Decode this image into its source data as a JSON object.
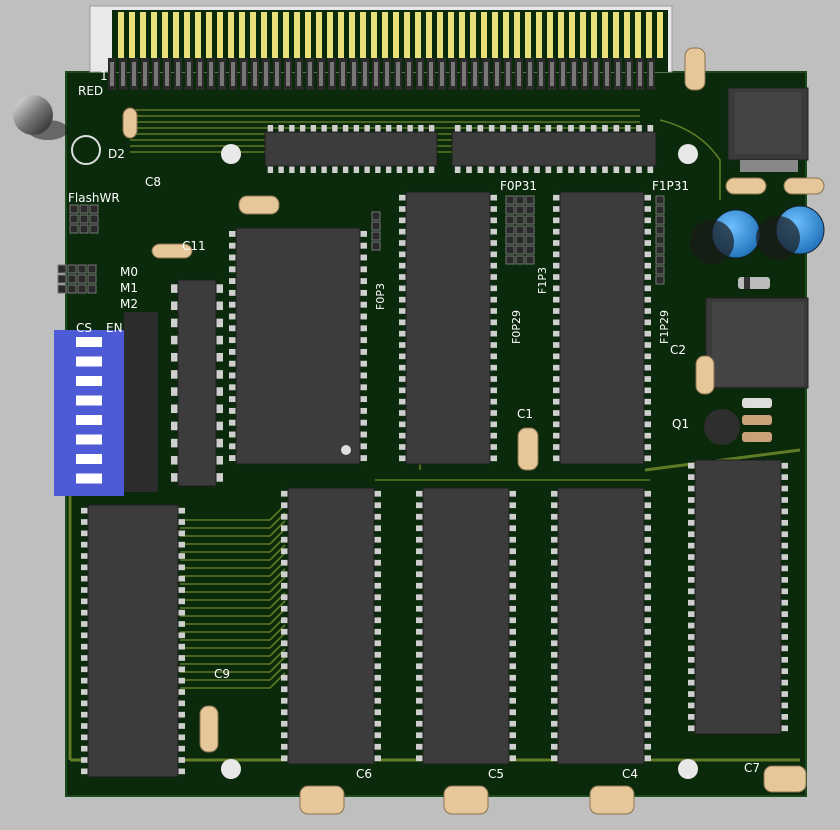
{
  "labels": {
    "red": "RED",
    "d2": "D2",
    "c8": "C8",
    "flashwr": "FlashWR",
    "c11": "C11",
    "m0": "M0",
    "m1": "M1",
    "m2": "M2",
    "cs": "CS",
    "en": "EN",
    "f0p31": "F0P31",
    "f1p31": "F1P31",
    "f0p3": "F0P3",
    "f1p3": "F1P3",
    "f0p29": "F0P29",
    "f1p29": "F1P29",
    "c1": "C1",
    "c2": "C2",
    "q1": "Q1",
    "c9": "C9",
    "c6": "C6",
    "c5": "C5",
    "c4": "C4",
    "c7": "C7",
    "pin1": "1"
  },
  "colors": {
    "board": "#0b2a0b",
    "copper": "#6e8a2a",
    "chip": "#3c3c3c",
    "gold": "#e8e07a",
    "dip": "#4d5bd6",
    "cap_blue": "#2f8fd8",
    "cap_tan": "#e6c79a",
    "background": "#bfbfbf"
  }
}
